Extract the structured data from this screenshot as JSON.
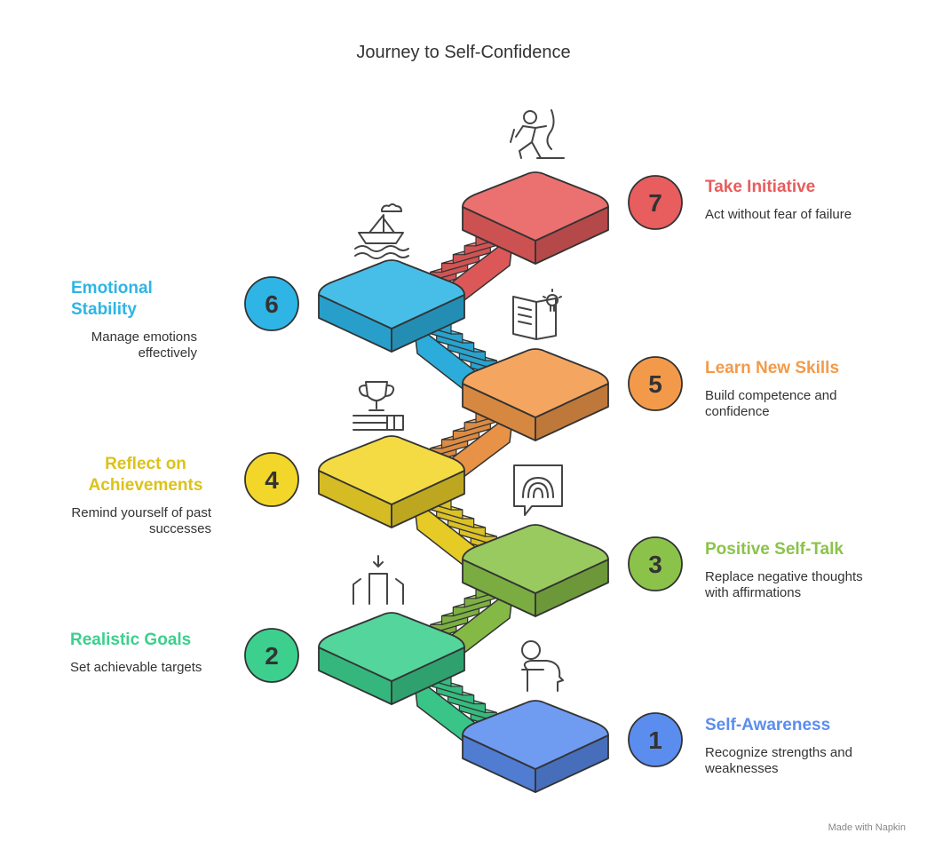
{
  "title": "Journey to Self-Confidence",
  "steps": [
    {
      "number": "1",
      "heading": "Self-Awareness",
      "description": "Recognize strengths and weaknesses",
      "color": "#5B8DEF",
      "icon": "person-head-icon"
    },
    {
      "number": "2",
      "heading": "Realistic Goals",
      "description": "Set achievable targets",
      "color": "#3CCF8E",
      "icon": "target-pillars-icon"
    },
    {
      "number": "3",
      "heading": "Positive Self-Talk",
      "description": "Replace negative thoughts with affirmations",
      "color": "#8BC34A",
      "icon": "speech-bubble-rainbow-icon"
    },
    {
      "number": "4",
      "heading": "Reflect on Achievements",
      "description": "Remind yourself of past successes",
      "color": "#F2D629",
      "icon": "trophy-books-icon"
    },
    {
      "number": "5",
      "heading": "Learn New Skills",
      "description": "Build competence and confidence",
      "color": "#F39A4A",
      "icon": "book-lightbulb-icon"
    },
    {
      "number": "6",
      "heading": "Emotional Stability",
      "description": "Manage emotions effectively",
      "color": "#2EB5E5",
      "icon": "boat-waves-icon"
    },
    {
      "number": "7",
      "heading": "Take Initiative",
      "description": "Act without fear of failure",
      "color": "#E85D5D",
      "icon": "climber-icon"
    }
  ],
  "watermark": "Made with Napkin"
}
